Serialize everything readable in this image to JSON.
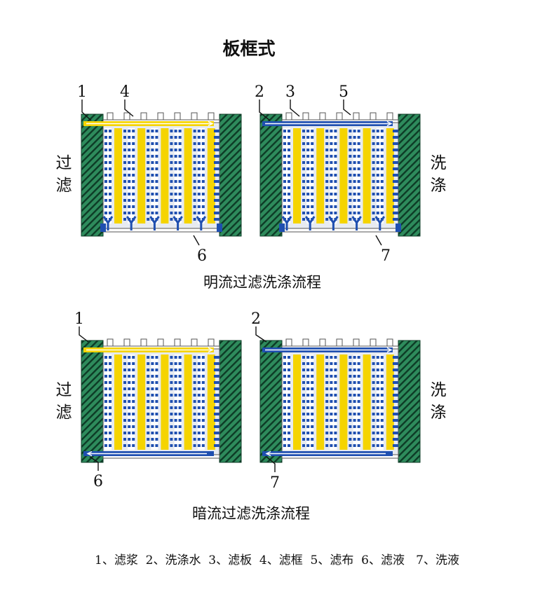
{
  "title": "板框式",
  "captions": {
    "open_flow": "明流过滤洗涤流程",
    "dark_flow": "暗流过滤洗涤流程"
  },
  "side_labels": {
    "filter": [
      "过",
      "滤"
    ],
    "wash": [
      "洗",
      "涤"
    ]
  },
  "callouts": {
    "p1": [
      "1",
      "4",
      "6"
    ],
    "p2": [
      "2",
      "3",
      "5",
      "7"
    ],
    "p3": [
      "1",
      "6"
    ],
    "p4": [
      "2",
      "7"
    ]
  },
  "legend": "1、滤浆  2、洗涤水  3、滤板  4、滤框  5、滤布  6、滤液   7、洗液",
  "colors": {
    "frame_green": "#2e8b5c",
    "frame_bar_yellow": "#f5d400",
    "filtrate_blue": "#1f4fb0",
    "plate_light": "#e7ebf1"
  }
}
